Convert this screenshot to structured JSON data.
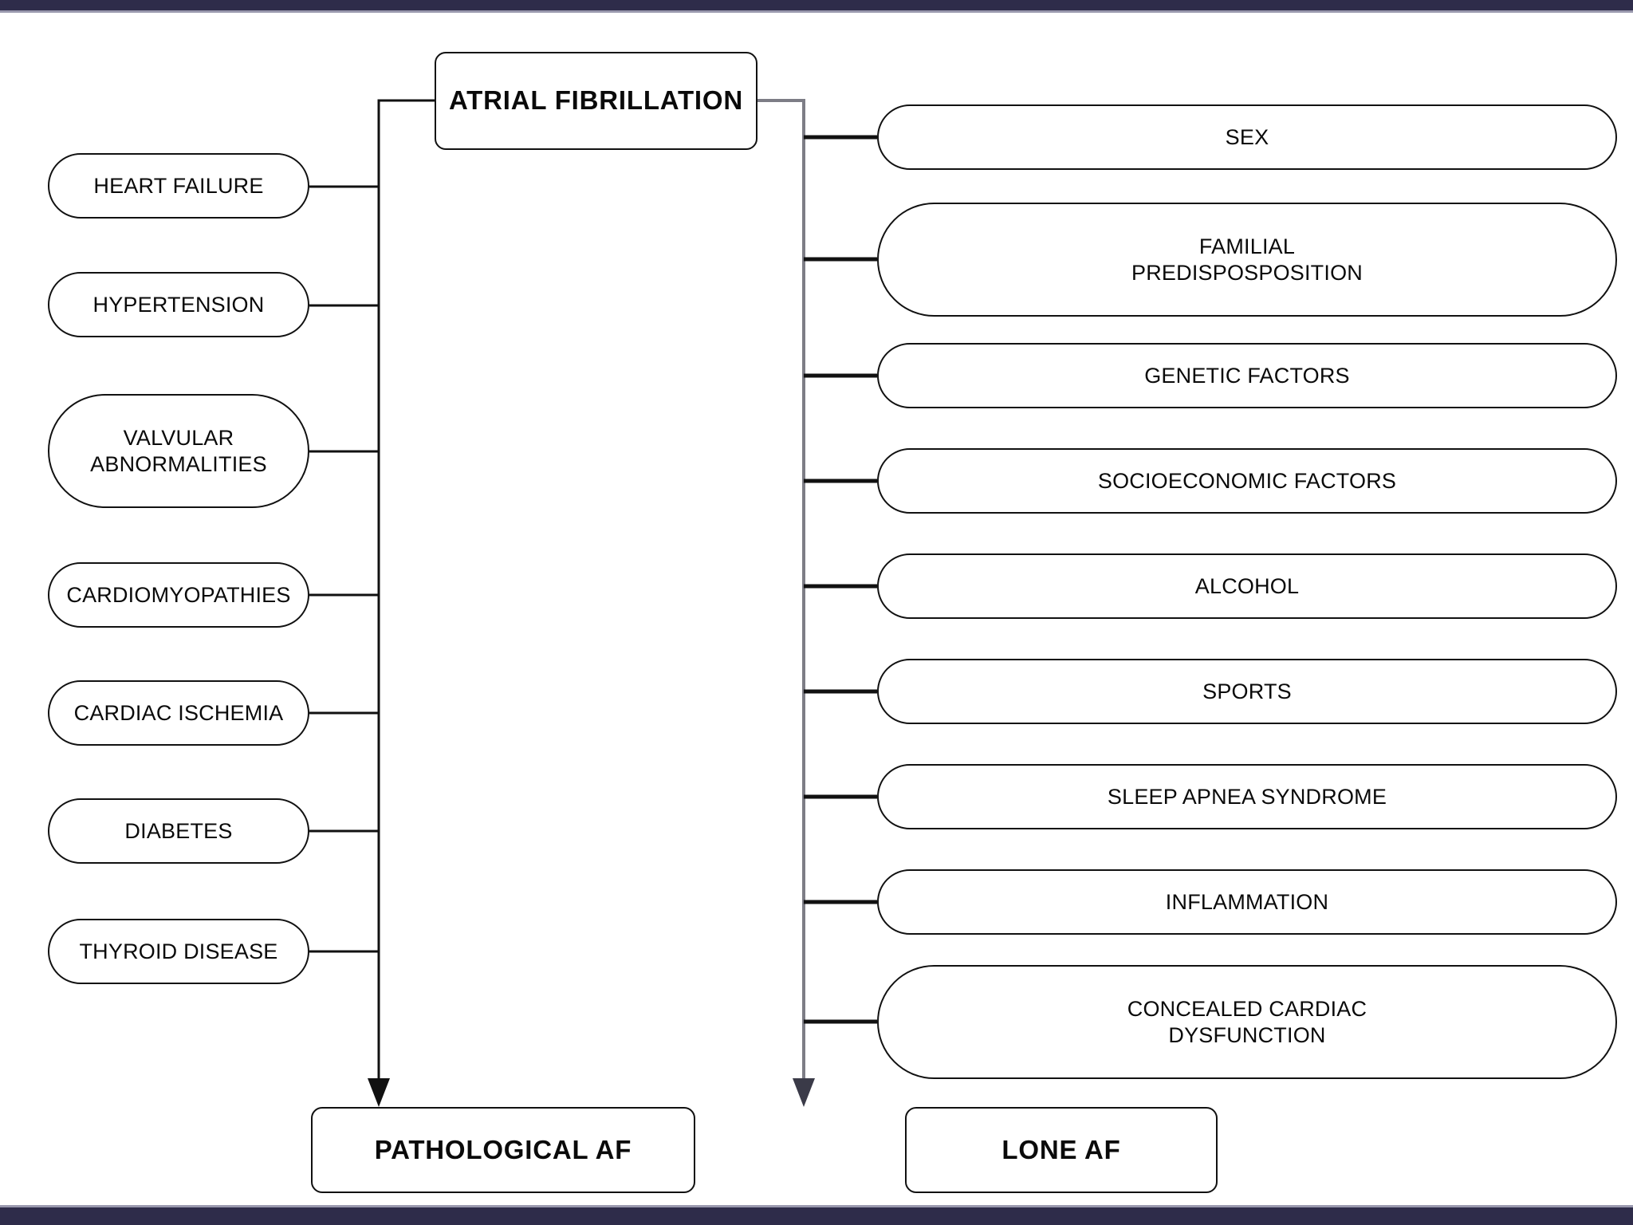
{
  "page": {
    "title": "Atrial Fibrillation Risk Factor Classification Diagram",
    "frame_color": "#2e2c4a",
    "background": "#ffffff",
    "node_border_color": "#111111",
    "connector_color": "#111111"
  },
  "root": {
    "label": "ATRIAL FIBRILLATION"
  },
  "left_branch": {
    "outcome": "PATHOLOGICAL AF",
    "factors": [
      {
        "label": "HEART FAILURE"
      },
      {
        "label": "HYPERTENSION"
      },
      {
        "label": "VALVULAR\nABNORMALITIES",
        "line1": "VALVULAR",
        "line2": "ABNORMALITIES"
      },
      {
        "label": "CARDIOMYOPATHIES"
      },
      {
        "label": "CARDIAC ISCHEMIA"
      },
      {
        "label": "DIABETES"
      },
      {
        "label": "THYROID DISEASE"
      }
    ]
  },
  "right_branch": {
    "outcome": "LONE AF",
    "factors": [
      {
        "label": "SEX"
      },
      {
        "label": "FAMILIAL PREDISPOSPOSITION",
        "line1": "FAMILIAL",
        "line2": "PREDISPOSPOSITION"
      },
      {
        "label": "GENETIC FACTORS"
      },
      {
        "label": "SOCIOECONOMIC FACTORS"
      },
      {
        "label": "ALCOHOL"
      },
      {
        "label": "SPORTS"
      },
      {
        "label": "SLEEP APNEA SYNDROME"
      },
      {
        "label": "INFLAMMATION"
      },
      {
        "label": "CONCEALED CARDIAC DYSFUNCTION",
        "line1": "CONCEALED CARDIAC",
        "line2": "DYSFUNCTION"
      }
    ]
  }
}
